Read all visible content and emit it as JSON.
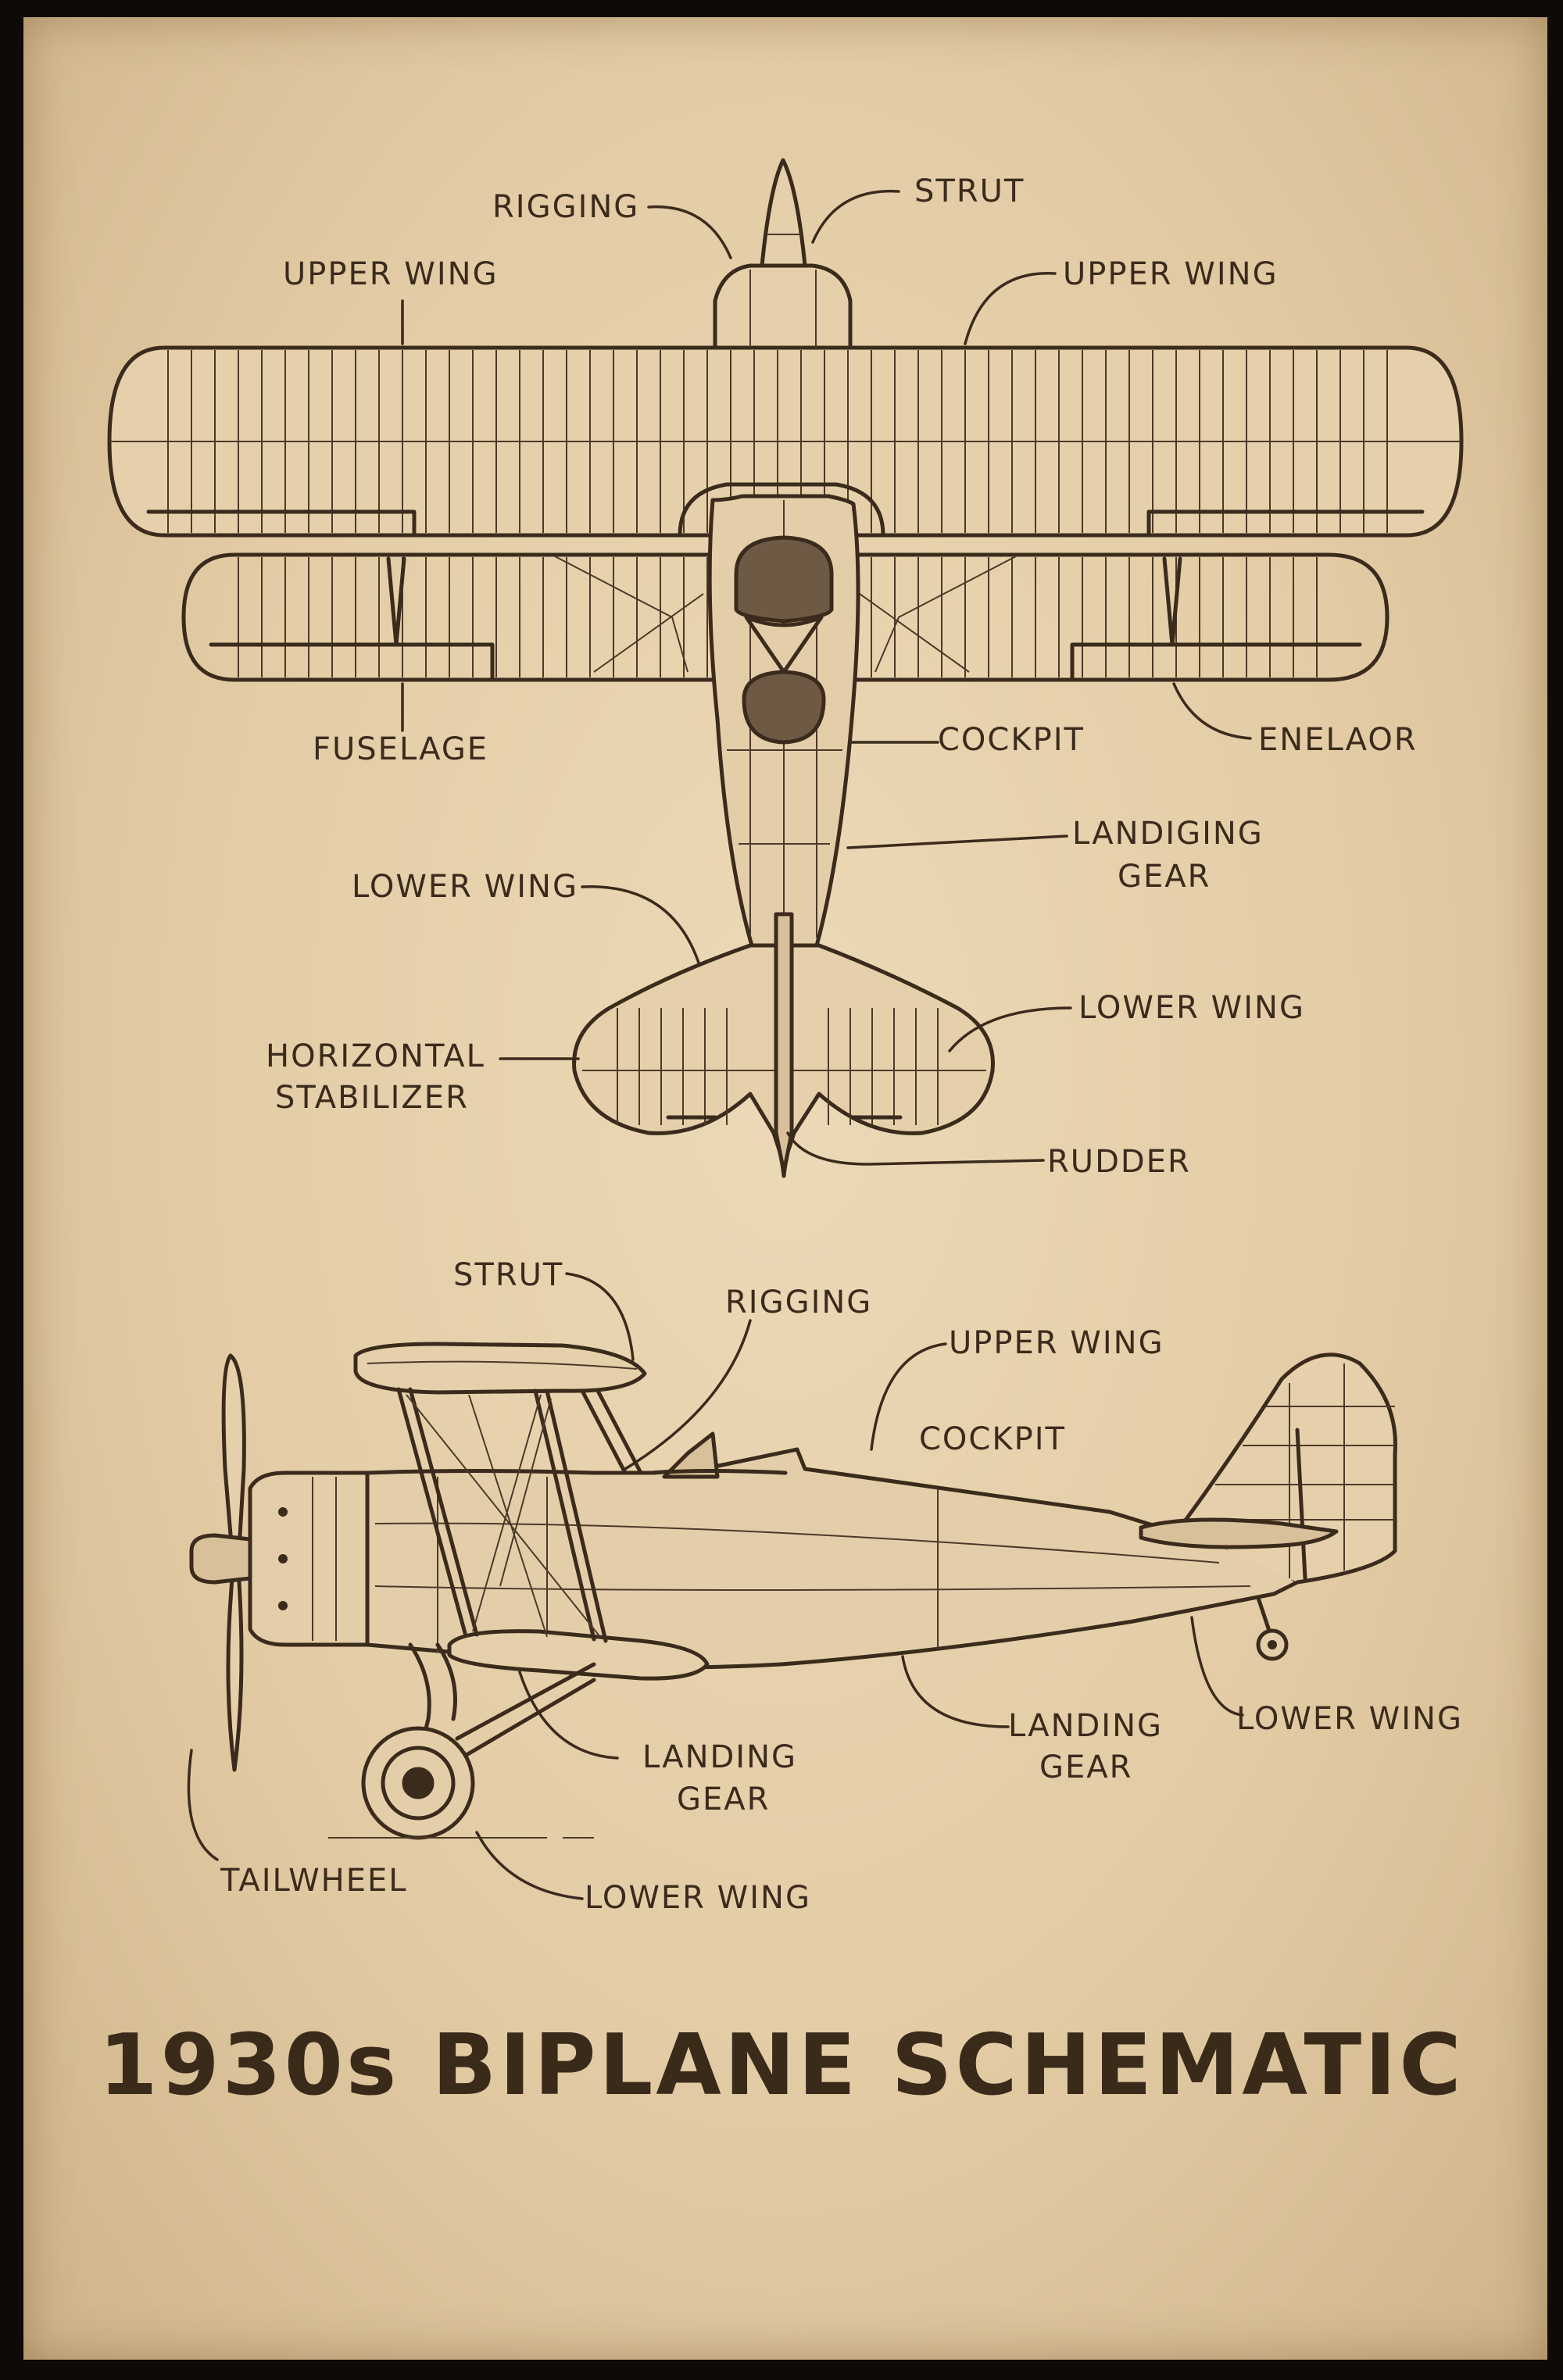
{
  "title": "1930s BIPLANE SCHEMATIC",
  "top_view_labels": {
    "rigging": "RIGGING",
    "strut": "STRUT",
    "upper_wing_left": "UPPER WING",
    "upper_wing_right": "UPPER WING",
    "fuselage": "FUSELAGE",
    "cockpit": "COCKPIT",
    "enelaor": "ENELAOR",
    "landiging_gear_line1": "LANDIGING",
    "landiging_gear_line2": "GEAR",
    "lower_wing_left": "LOWER WING",
    "lower_wing_right": "LOWER WING",
    "horizontal_stabilizer_line1": "HORIZONTAL",
    "horizontal_stabilizer_line2": "STABILIZER",
    "rudder": "RUDDER"
  },
  "side_view_labels": {
    "strut": "STRUT",
    "rigging": "RIGGING",
    "upper_wing": "UPPER WING",
    "cockpit": "COCKPIT",
    "landing_gear_front_line1": "LANDING",
    "landing_gear_front_line2": "GEAR",
    "landing_gear_mid_line1": "LANDING",
    "landing_gear_mid_line2": "GEAR",
    "lower_wing_right": "LOWER WING",
    "tailwheel": "TAILWHEEL",
    "lower_wing_bottom": "LOWER WING"
  },
  "colors": {
    "paper": "#e6d0ab",
    "ink": "#3b2b1c",
    "frame": "#0d0a07"
  }
}
